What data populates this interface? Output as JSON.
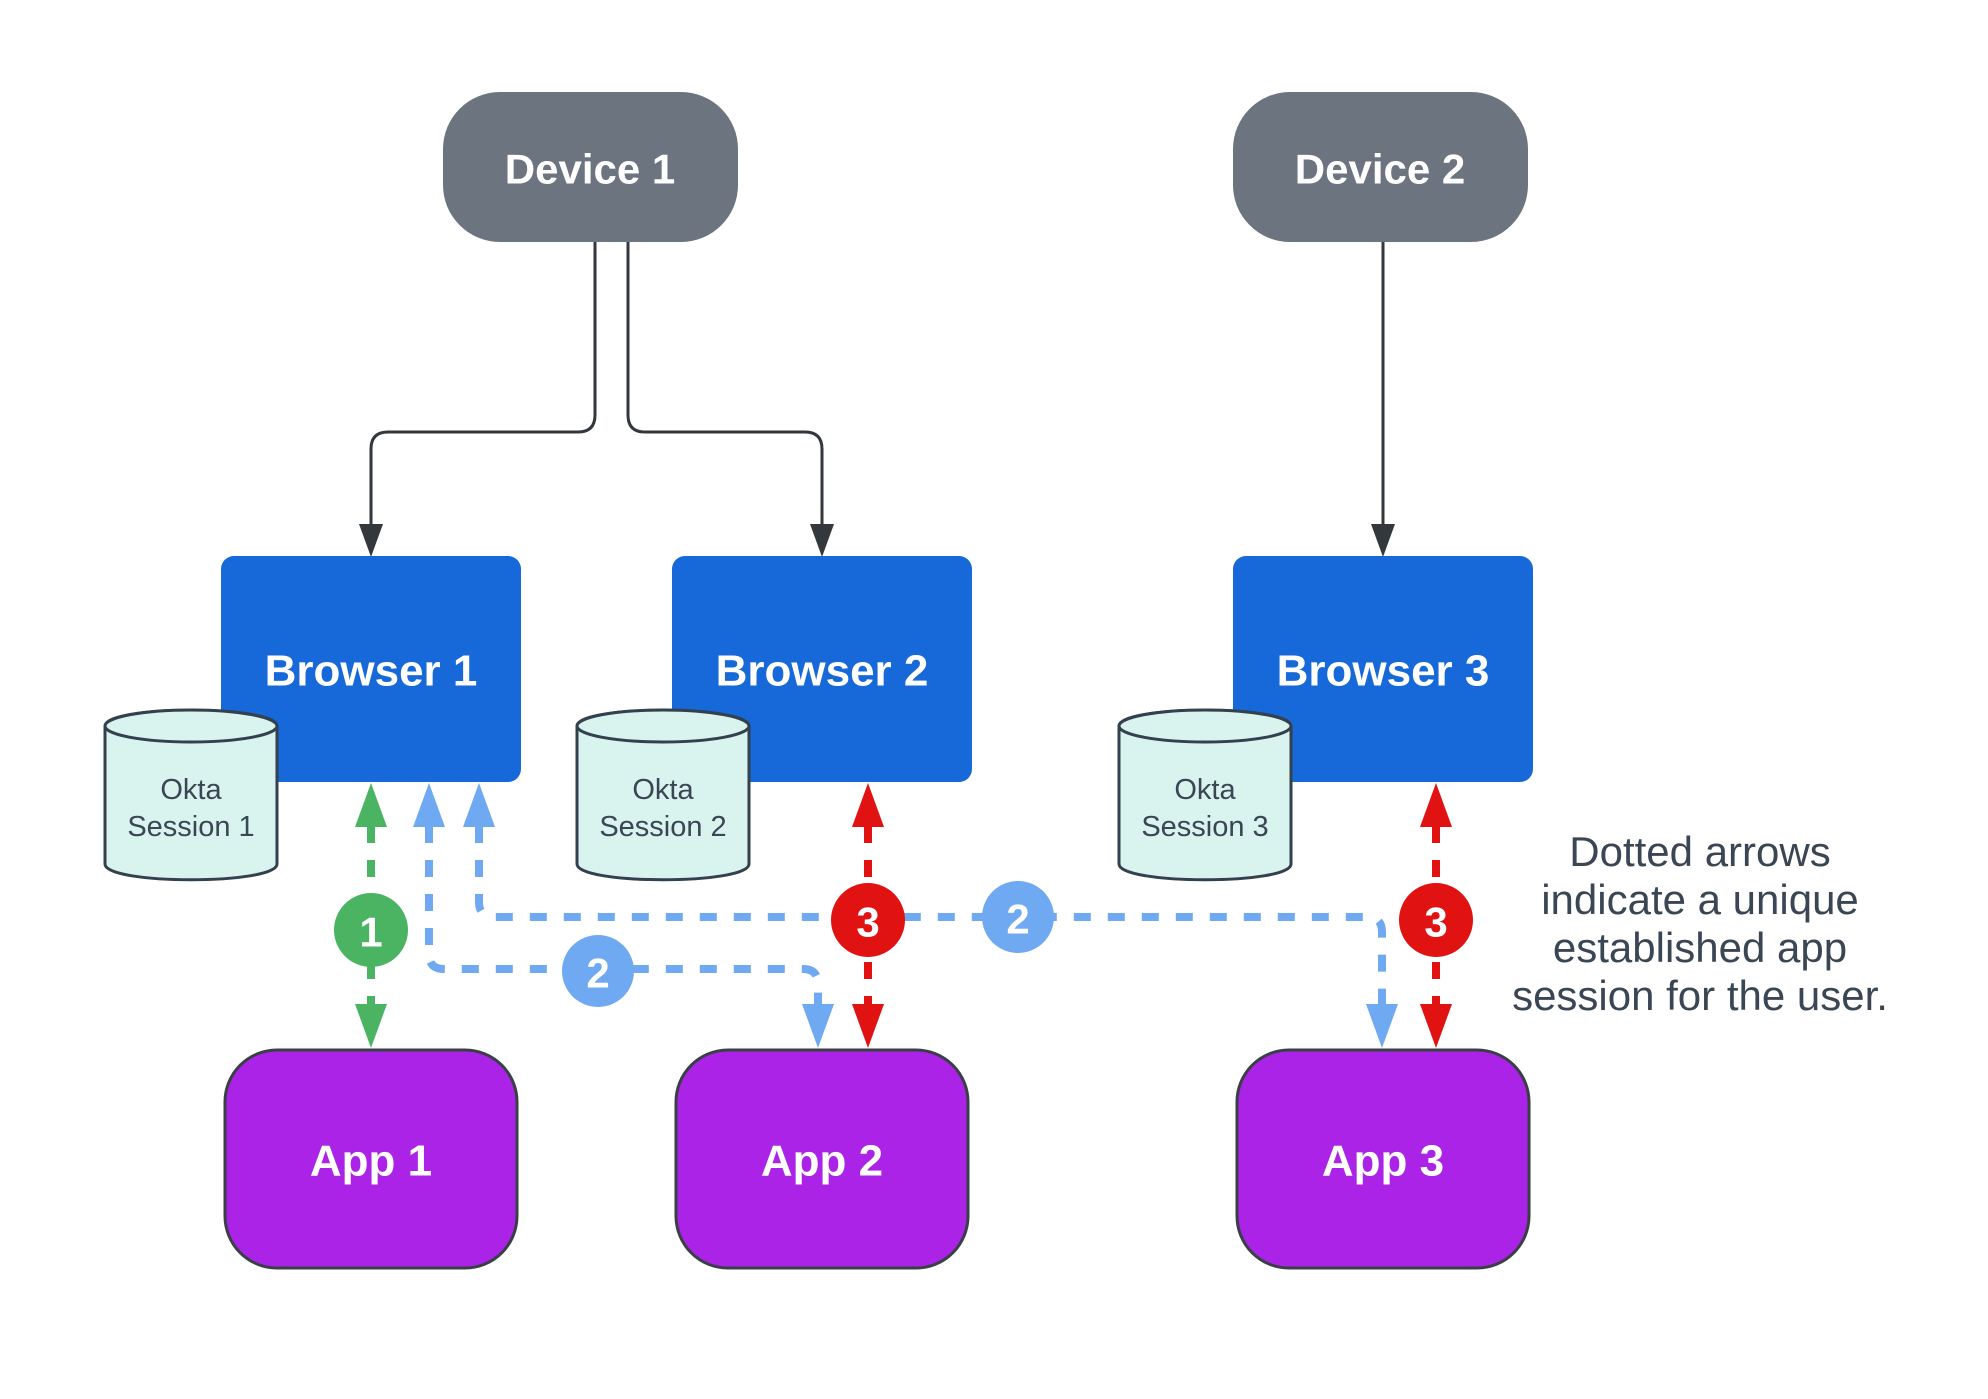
{
  "diagram": {
    "devices": [
      {
        "label": "Device 1"
      },
      {
        "label": "Device 2"
      }
    ],
    "browsers": [
      {
        "label": "Browser 1"
      },
      {
        "label": "Browser 2"
      },
      {
        "label": "Browser 3"
      }
    ],
    "okta_sessions": [
      {
        "line1": "Okta",
        "line2": "Session 1"
      },
      {
        "line1": "Okta",
        "line2": "Session 2"
      },
      {
        "line1": "Okta",
        "line2": "Session 3"
      }
    ],
    "apps": [
      {
        "label": "App 1"
      },
      {
        "label": "App 2"
      },
      {
        "label": "App 3"
      }
    ],
    "session_badges": {
      "s1": "1",
      "s2": "2",
      "s3": "3"
    },
    "annotation": {
      "line1": "Dotted arrows",
      "line2": "indicate a unique",
      "line3": "established app",
      "line4": "session for the user."
    },
    "colors": {
      "device_fill": "#6c7480",
      "browser_fill": "#1768d8",
      "app_fill": "#aa23e6",
      "okta_session_fill": "#d9f4ef",
      "okta_session_stroke": "#33404d",
      "app_session_1_green": "#4bb462",
      "app_session_2_blue": "#6fa9f1",
      "app_session_3_red": "#e01212",
      "device_connector_dark": "#33383d",
      "text_dark": "#3a4653",
      "node_text": "#ffffff",
      "background": "#ffffff"
    }
  }
}
